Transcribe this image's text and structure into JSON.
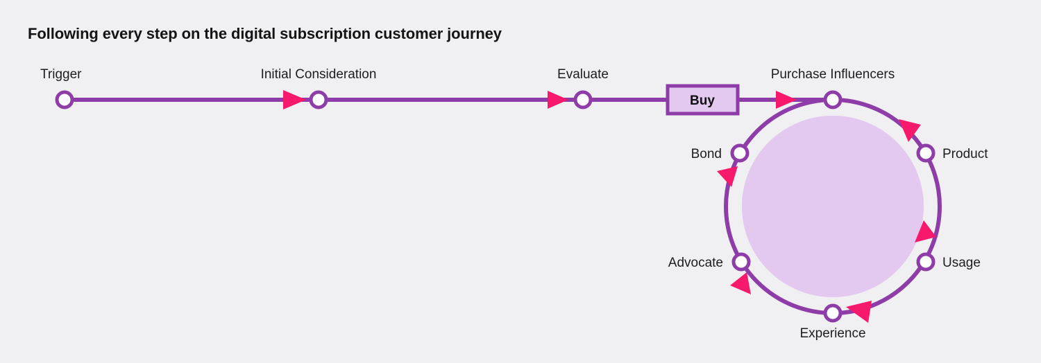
{
  "title": "Following every step on the digital subscription customer journey",
  "colors": {
    "background": "#F0EFF1",
    "line": "#8E3DA8",
    "arrow": "#F7196B",
    "node_fill": "#FFFFFF",
    "disc_fill": "#E3C8F0",
    "box_fill": "#E3C8F0",
    "text": "#1d1d1f"
  },
  "linear": {
    "nodes": [
      {
        "label": "Trigger",
        "id": "trigger"
      },
      {
        "label": "Initial Consideration",
        "id": "initial-consideration"
      },
      {
        "label": "Evaluate",
        "id": "evaluate"
      }
    ],
    "box": {
      "label": "Buy",
      "id": "buy"
    }
  },
  "loop": {
    "nodes": [
      {
        "label": "Purchase Influencers",
        "id": "purchase-influencers"
      },
      {
        "label": "Product",
        "id": "product"
      },
      {
        "label": "Usage",
        "id": "usage"
      },
      {
        "label": "Experience",
        "id": "experience"
      },
      {
        "label": "Advocate",
        "id": "advocate"
      },
      {
        "label": "Bond",
        "id": "bond"
      }
    ]
  },
  "icons": {
    "arrow": "arrow-triangle-icon",
    "node": "journey-node-icon"
  }
}
